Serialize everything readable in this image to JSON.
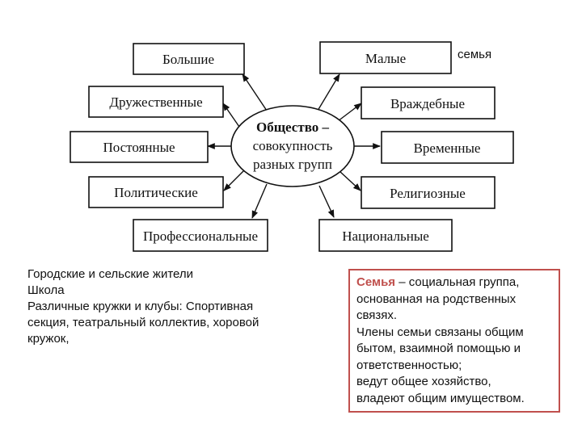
{
  "center": {
    "title": "Общество –",
    "line2": "совокупность",
    "line3": "разных групп"
  },
  "groups": {
    "left": [
      "Большие",
      "Дружественные",
      "Постоянные",
      "Политические",
      "Профессиональные"
    ],
    "right": [
      "Малые",
      "Враждебные",
      "Временные",
      "Религиозные",
      "Национальные"
    ]
  },
  "extra_label": "семья",
  "examples": [
    "Городские и сельские жители",
    "Школа",
    "Различные кружки и клубы: Спортивная",
    "секция, театральный коллектив, хоровой",
    "кружок,"
  ],
  "definition": {
    "term": "Семья",
    "text": " – социальная группа, основанная на родственных связях.",
    "lines": [
      "Члены семьи связаны общим",
      "бытом, взаимной помощью и",
      "ответственностью;",
      "ведут общее хозяйство,",
      "владеют общим имуществом."
    ]
  },
  "colors": {
    "accent": "#c0504d",
    "line": "#111111"
  }
}
